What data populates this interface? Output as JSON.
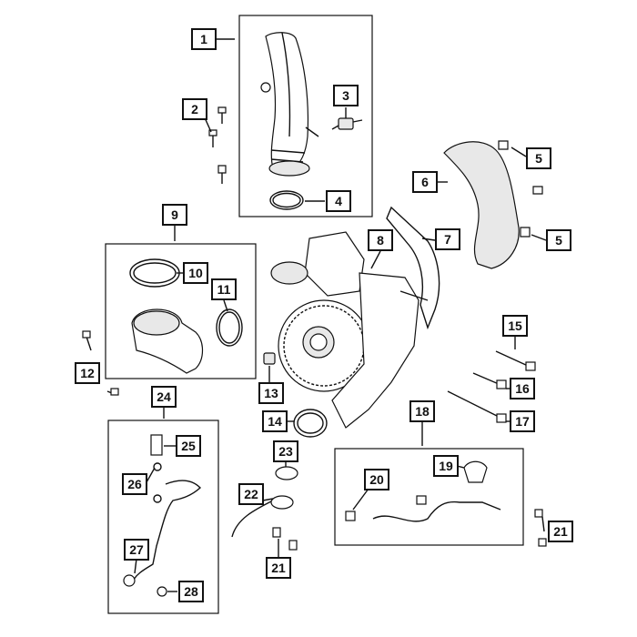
{
  "callouts": {
    "c1": "1",
    "c2": "2",
    "c3": "3",
    "c4": "4",
    "c5a": "5",
    "c5b": "5",
    "c6": "6",
    "c7": "7",
    "c8": "8",
    "c9": "9",
    "c10": "10",
    "c11": "11",
    "c12": "12",
    "c13": "13",
    "c14": "14",
    "c15": "15",
    "c16": "16",
    "c17": "17",
    "c18": "18",
    "c19": "19",
    "c20": "20",
    "c21a": "21",
    "c21b": "21",
    "c22": "22",
    "c23": "23",
    "c24": "24",
    "c25": "25",
    "c26": "26",
    "c27": "27",
    "c28": "28"
  }
}
